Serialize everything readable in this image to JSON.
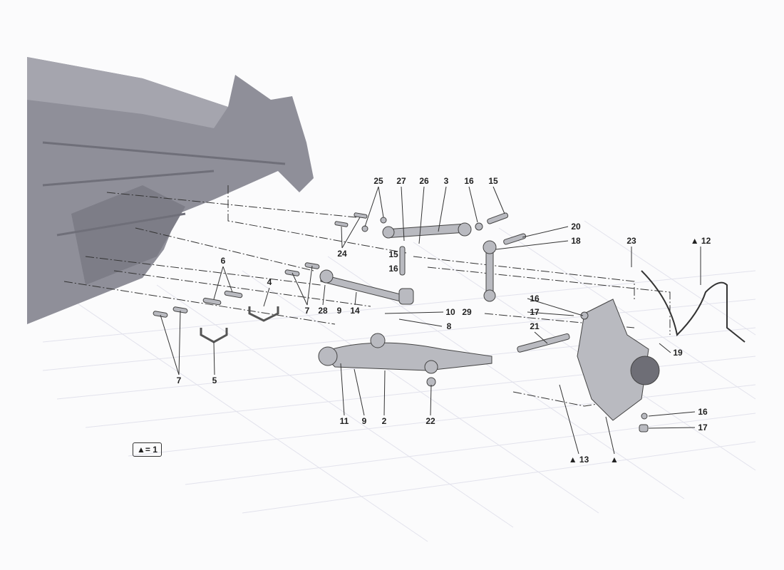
{
  "legend": {
    "text": "▲= 1"
  },
  "callouts": [
    "25",
    "27",
    "26",
    "3",
    "16",
    "15",
    "20",
    "18",
    "23",
    "▲ 12",
    "24",
    "15",
    "16",
    "6",
    "4",
    "7",
    "28",
    "9",
    "14",
    "10",
    "8",
    "29",
    "16",
    "17",
    "21",
    "19",
    "7",
    "5",
    "11",
    "9",
    "2",
    "22",
    "16",
    "17",
    "▲ 13",
    "▲"
  ],
  "colors": {
    "chassis": "#8f8f99",
    "parts": "#b9bac0",
    "grid": "#e4e4ee",
    "ink": "#222222"
  }
}
